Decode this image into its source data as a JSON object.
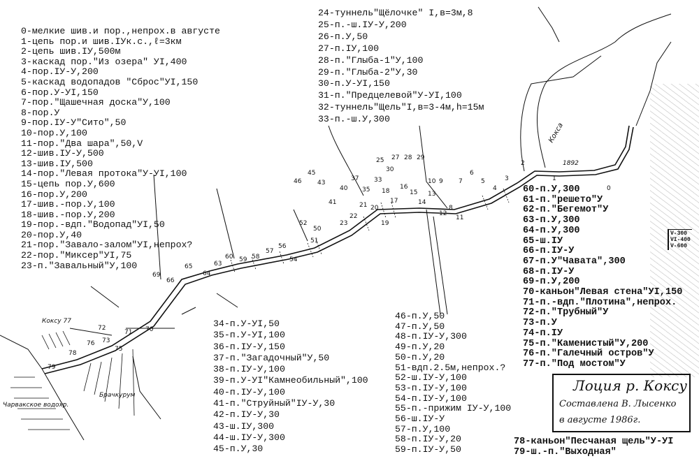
{
  "lists": {
    "a": [
      "0-мелкие шив.и пор.,непрох.в августе",
      "1-цепь пор.и шив.IУк.с.,ℓ=3км",
      "2-цепь шив.IУ,500м",
      "3-каскад пор.\"Из озера\" УI,400",
      "4-пор.IУ-У,200",
      "5-каскад водопадов \"Сброс\"УI,150",
      "6-пор.У-УI,150",
      "7-пор.\"Щашечная доска\"У,100",
      "8-пор.У",
      "9-пор.IУ-У\"Сито\",50",
      "10-пор.У,100",
      "11-пор.\"Два шара\",50,V",
      "12-шив.IУ-У,500",
      "13-шив.IУ,500",
      "14-пор.\"Левая протока\"У-УI,100",
      "15-цепь пор.У,600",
      "16-пор.У,200",
      "17-шив.-пор.У,100",
      "18-шив.-пор.У,200",
      "19-пор.-вдп.\"Водопад\"УI,50",
      "20-пор.У,40",
      "21-пор.\"Завало-залом\"УI,непрох?",
      "22-пор.\"Миксер\"УI,75",
      "23-п.\"Завальный\"У,100"
    ],
    "b": [
      "24-туннель\"Щёлочке\" I,в=3м,8",
      "25-п.-ш.IУ-У,200",
      "26-п.У,50",
      "27-п.IУ,100",
      "28-п.\"Глыба-1\"У,100",
      "29-п.\"Глыба-2\"У,30",
      "30-п.У-УI,150",
      "31-п.\"Предцелевой\"У-УI,100",
      "32-туннель\"Щель\"I,в=3-4м,h=15м",
      "33-п.-ш.У,300"
    ],
    "c": [
      "34-п.У-УI,50",
      "35-п.У-УI,100",
      "36-п.IУ-У,150",
      "37-п.\"Загадочный\"У,50",
      "38-п.IУ-У,100",
      "39-п.У-УI\"Камнеобильный\",100",
      "40-п.IУ-У,100",
      "41-п.\"Струйный\"IУ-У,30",
      "42-п.IУ-У,30",
      "43-ш.IУ,300",
      "44-ш.IУ-У,300",
      "45-п.У,30"
    ],
    "d": [
      "46-п.У,50",
      "47-п.У,50",
      "48-п.IУ-У,300",
      "49-п.У,20",
      "50-п.У,20",
      "51-вдп.2.5м,непрох.?",
      "52-ш.IУ-У,100",
      "53-п.IУ-У,100",
      "54-п.IУ-У,100",
      "55-п.-прижим IУ-У,100",
      "56-ш.IУ-У",
      "57-п.У,100",
      "58-п.IУ-У,20",
      "59-п.IУ-У,50"
    ],
    "e": [
      "60-п.У,300",
      "61-п.\"решето\"У",
      "62-п.\"Бегемот\"У",
      "63-п.У,300",
      "64-п.У,300",
      "65-ш.IУ",
      "66-п.IУ-У",
      "67-п.У\"Чавата\",300",
      "68-п.IУ-У",
      "69-п.У,200",
      "70-каньон\"Левая стена\"УI,150",
      "71-п.-вдп.\"Плотина\",непрох.",
      "72-п.\"Трубный\"У",
      "73-п.У",
      "74-п.IУ",
      "75-п.\"Каменистый\"У,200",
      "76-п.\"Галечный остров\"У",
      "77-п.\"Под мостом\"У"
    ],
    "f": [
      "78-каньон\"Песчаная щель\"У-УI",
      "79-ш.-п.\"Выходная\""
    ]
  },
  "title_box": {
    "title": "Лоция р. Коксу",
    "author": "Составлена В. Лысенко",
    "date": "в августе 1986г."
  },
  "legend": [
    "V-300",
    "VI-400",
    "V-600"
  ],
  "map": {
    "labels": {
      "river_top": "Кокса",
      "elevation": "1892",
      "confluence": "Коксу 77",
      "tributary": "Брачкурум",
      "reservoir": "Чарвакское водохр."
    },
    "markers": [
      "0",
      "1",
      "2",
      "3",
      "4",
      "5",
      "6",
      "7",
      "8",
      "9",
      "10",
      "11",
      "12",
      "13",
      "14",
      "15",
      "16",
      "17",
      "18",
      "19",
      "20",
      "21",
      "22",
      "23",
      "25",
      "27",
      "28",
      "29",
      "30",
      "33",
      "35",
      "37",
      "40",
      "41",
      "43",
      "45",
      "46",
      "50",
      "51",
      "52",
      "54",
      "56",
      "57",
      "58",
      "59",
      "60",
      "63",
      "64",
      "65",
      "66",
      "69",
      "70",
      "71",
      "72",
      "73",
      "75",
      "76",
      "78",
      "79"
    ]
  },
  "colors": {
    "ink": "#111111",
    "paper": "#ffffff"
  }
}
